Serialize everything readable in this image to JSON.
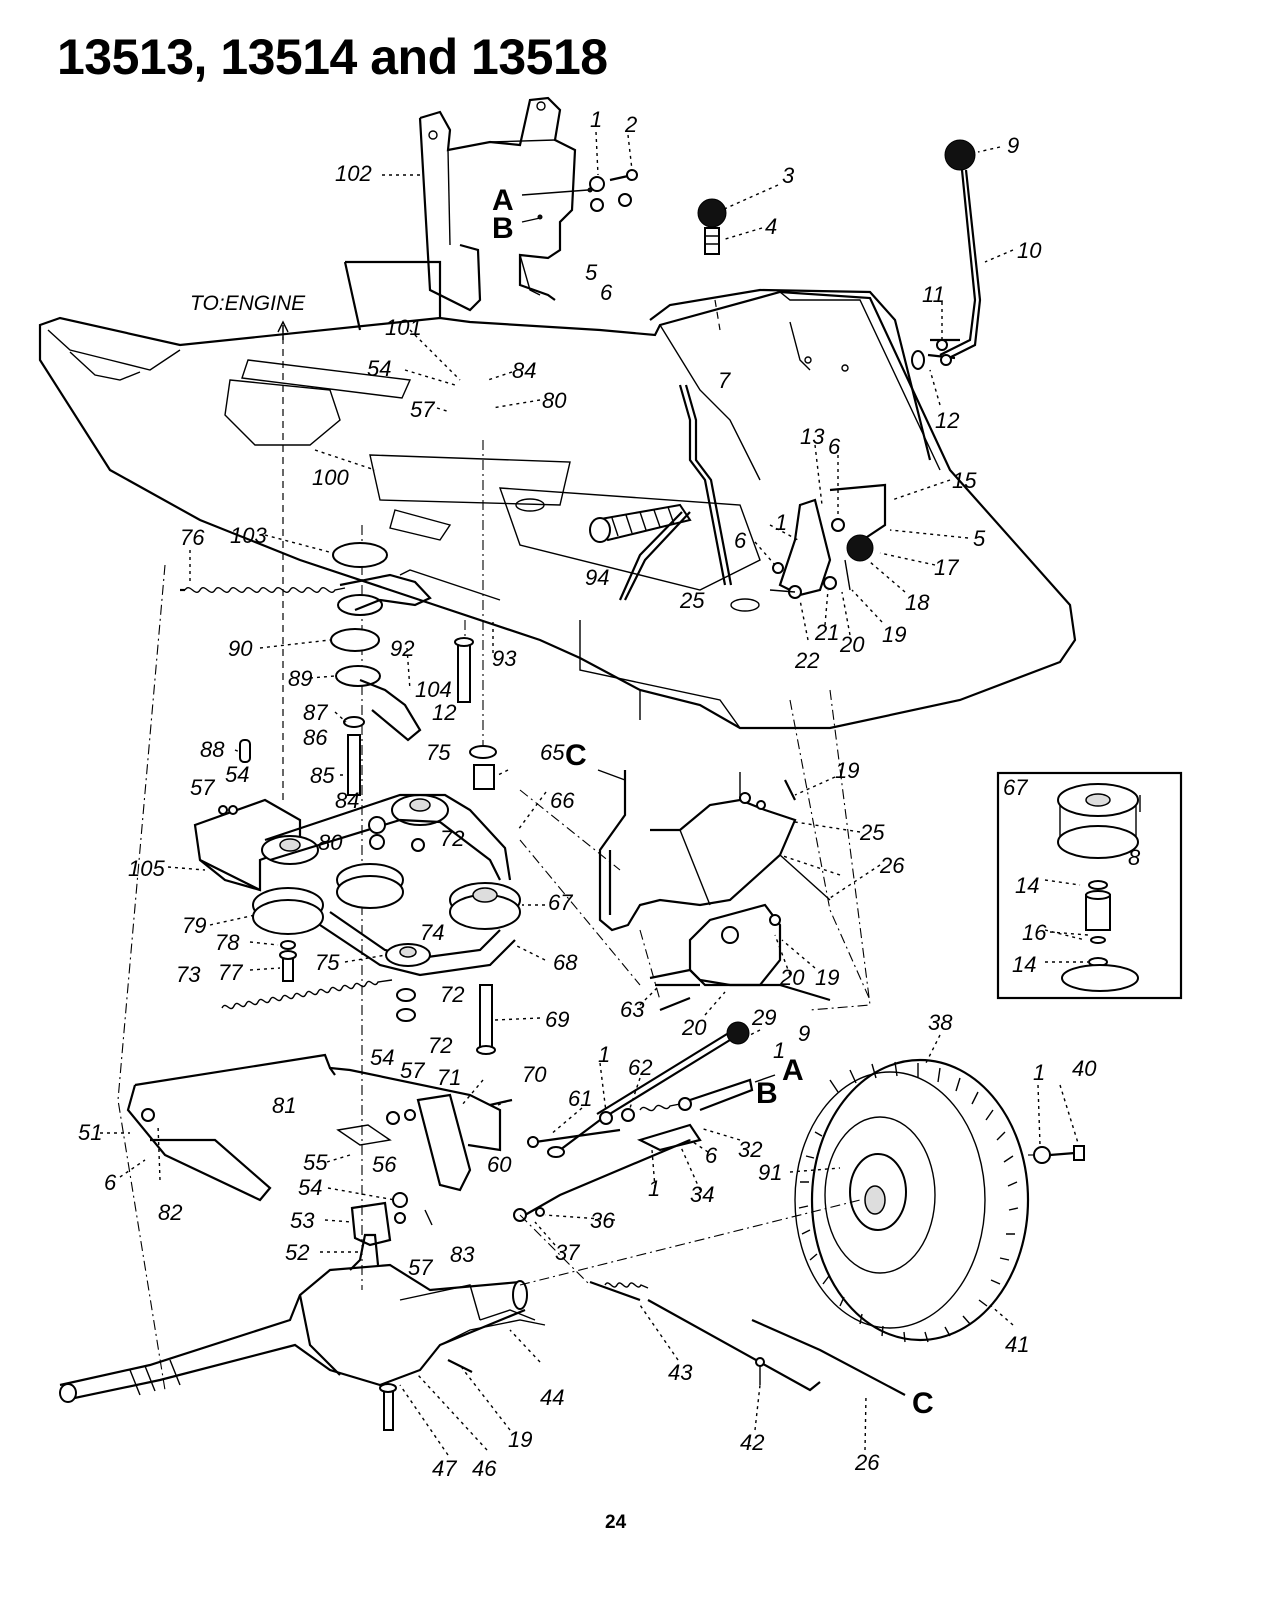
{
  "title": "13513, 13514 and 13518",
  "page_number": "24",
  "engine_label": "TO:ENGINE",
  "reference_letters": {
    "a": "A",
    "b": "B",
    "c": "C"
  },
  "inset_box_label": "67",
  "part_callouts": {
    "p1": "1",
    "p2": "2",
    "p3": "3",
    "p4": "4",
    "p5": "5",
    "p6": "6",
    "p7": "7",
    "p8": "8",
    "p9": "9",
    "p10": "10",
    "p11": "11",
    "p12": "12",
    "p13": "13",
    "p14": "14",
    "p15": "15",
    "p16": "16",
    "p17": "17",
    "p18": "18",
    "p19": "19",
    "p20": "20",
    "p21": "21",
    "p22": "22",
    "p25": "25",
    "p26": "26",
    "p29": "29",
    "p32": "32",
    "p34": "34",
    "p36": "36",
    "p37": "37",
    "p38": "38",
    "p40": "40",
    "p41": "41",
    "p42": "42",
    "p43": "43",
    "p44": "44",
    "p46": "46",
    "p47": "47",
    "p51": "51",
    "p52": "52",
    "p53": "53",
    "p54": "54",
    "p55": "55",
    "p56": "56",
    "p57": "57",
    "p60": "60",
    "p61": "61",
    "p62": "62",
    "p63": "63",
    "p65": "65",
    "p66": "66",
    "p67": "67",
    "p68": "68",
    "p69": "69",
    "p70": "70",
    "p71": "71",
    "p72": "72",
    "p73": "73",
    "p74": "74",
    "p75": "75",
    "p76": "76",
    "p77": "77",
    "p78": "78",
    "p79": "79",
    "p80": "80",
    "p81": "81",
    "p82": "82",
    "p83": "83",
    "p84": "84",
    "p85": "85",
    "p86": "86",
    "p87": "87",
    "p88": "88",
    "p89": "89",
    "p90": "90",
    "p91": "91",
    "p92": "92",
    "p93": "93",
    "p94": "94",
    "p100": "100",
    "p101": "101",
    "p102": "102",
    "p103": "103",
    "p104": "104",
    "p105": "105"
  }
}
